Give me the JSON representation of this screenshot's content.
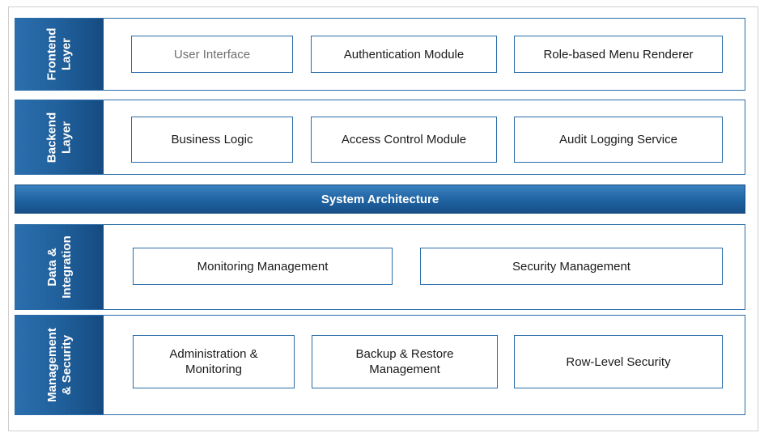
{
  "diagram": {
    "title": "System Architecture",
    "layers": [
      {
        "label_lines": [
          "Frontend",
          "Layer"
        ],
        "components": [
          "User Interface",
          "Authentication Module",
          "Role-based Menu Renderer"
        ]
      },
      {
        "label_lines": [
          "Backend",
          "Layer"
        ],
        "components": [
          "Business Logic",
          "Access Control Module",
          "Audit Logging Service"
        ]
      },
      {
        "label_lines": [
          "Data &",
          "Integration"
        ],
        "components": [
          "Monitoring Management",
          "Security Management"
        ]
      },
      {
        "label_lines": [
          "Management",
          "& Security"
        ],
        "components": [
          [
            "Administration &",
            "Monitoring"
          ],
          [
            "Backup & Restore",
            "Management"
          ],
          "Row-Level Security"
        ]
      }
    ]
  },
  "colors": {
    "accent_blue": "#1f5e99",
    "border_blue": "#2a6ca8",
    "muted_text": "#6e6e6e"
  }
}
